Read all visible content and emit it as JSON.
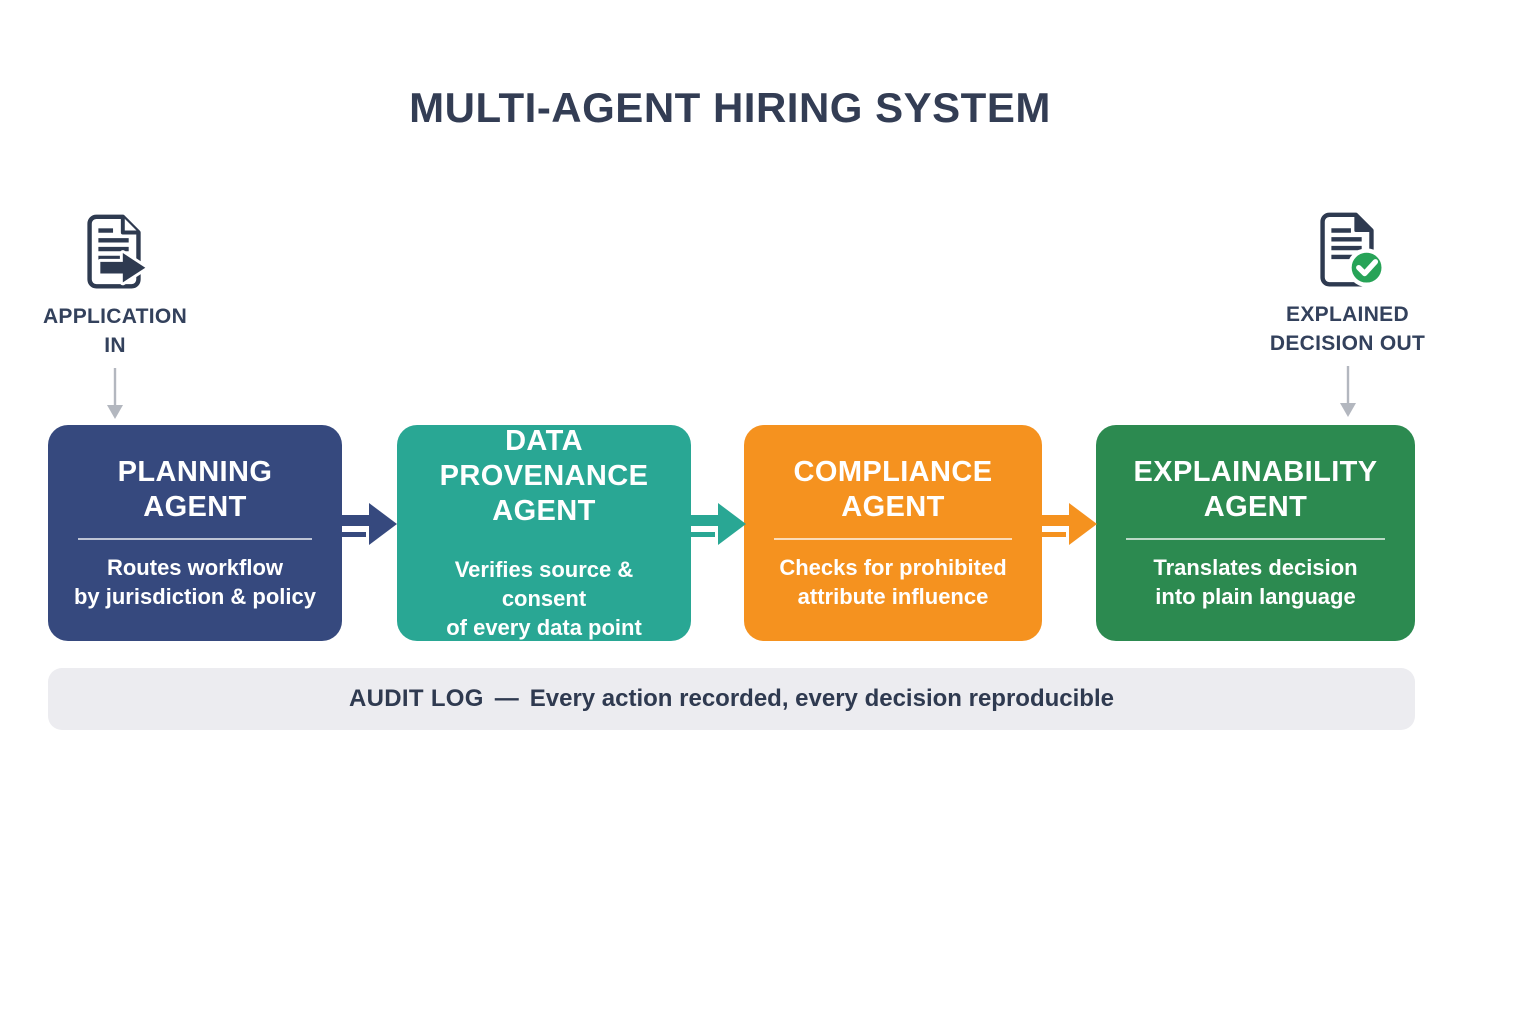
{
  "title": "MULTI-AGENT HIRING SYSTEM",
  "flow_input": {
    "label": "APPLICATION IN",
    "lines": [
      "APPLICATION",
      "IN"
    ]
  },
  "flow_output": {
    "label": "EXPLAINED DECISION OUT",
    "lines": [
      "EXPLAINED",
      "DECISION OUT"
    ]
  },
  "agents": [
    {
      "name": "PLANNING AGENT",
      "name_lines": [
        "PLANNING",
        "AGENT"
      ],
      "description": "Routes workflow by jurisdiction & policy",
      "description_lines": [
        "Routes workflow",
        "by jurisdiction & policy"
      ],
      "color": "#36497E"
    },
    {
      "name": "DATA PROVENANCE AGENT",
      "name_lines": [
        "DATA",
        "PROVENANCE",
        "AGENT"
      ],
      "description": "Verifies source & consent of every data point",
      "description_lines": [
        "Verifies source & consent",
        "of every data point"
      ],
      "color": "#29A794"
    },
    {
      "name": "COMPLIANCE AGENT",
      "name_lines": [
        "COMPLIANCE",
        "AGENT"
      ],
      "description": "Checks for prohibited attribute influence",
      "description_lines": [
        "Checks for prohibited",
        "attribute influence"
      ],
      "color": "#F5921F"
    },
    {
      "name": "EXPLAINABILITY AGENT",
      "name_lines": [
        "EXPLAINABILITY",
        "AGENT"
      ],
      "description": "Translates decision into plain language",
      "description_lines": [
        "Translates decision",
        "into plain language"
      ],
      "color": "#2C8A50"
    }
  ],
  "audit_log": {
    "label": "AUDIT LOG",
    "separator": "—",
    "text": "Every action recorded, every decision reproducible"
  },
  "colors": {
    "title_text": "#333D54",
    "label_text": "#33415C",
    "icon_ink": "#2E3A50",
    "check_green": "#27A357",
    "down_arrow": "#B3B7BF",
    "audit_bg": "#ECECF0",
    "audit_text": "#2F3A50"
  }
}
